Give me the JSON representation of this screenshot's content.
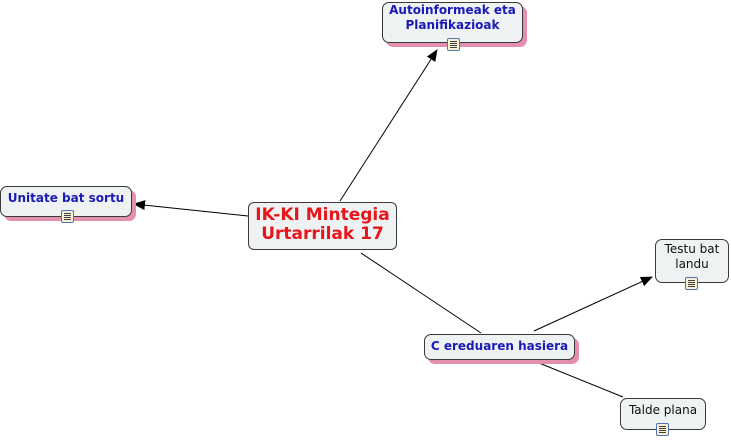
{
  "concept_map": {
    "root": {
      "label": "IK-KI Mintegia Urtarrilak 17"
    },
    "nodes": {
      "autoinformeak": {
        "label": "Autoinformeak eta\nPlanifikazioak",
        "icon": "resource-document-icon"
      },
      "unitate": {
        "label": "Unitate bat sortu",
        "icon": "resource-document-icon"
      },
      "c_eredua": {
        "label": "C ereduaren hasiera"
      },
      "testu": {
        "label": "Testu bat\nlandu",
        "icon": "resource-document-icon"
      },
      "talde": {
        "label": "Talde plana",
        "icon": "resource-document-icon"
      }
    },
    "connections": [
      {
        "from": "root",
        "to": "autoinformeak",
        "arrow": true
      },
      {
        "from": "root",
        "to": "unitate",
        "arrow": true
      },
      {
        "from": "root",
        "to": "c_eredua",
        "arrow": false
      },
      {
        "from": "c_eredua",
        "to": "testu",
        "arrow": true
      },
      {
        "from": "c_eredua",
        "to": "talde",
        "arrow": false
      }
    ],
    "colors": {
      "root_text": "#e8161b",
      "node_text": "#1a1ab8",
      "plain_text": "#111111",
      "node_fill": "#eef2f2",
      "shadow": "#e58fb0",
      "line": "#000000"
    }
  }
}
